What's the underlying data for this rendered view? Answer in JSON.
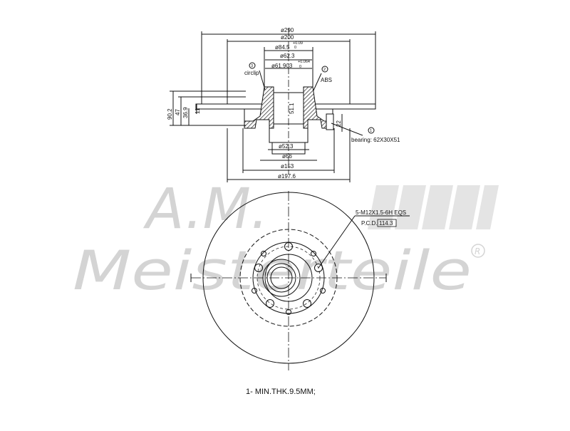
{
  "watermark": {
    "monogram": "A.M.",
    "brand": "Meisterteile",
    "registered_mark": "R"
  },
  "section_view": {
    "dimensions": {
      "d290": "ø290",
      "d200": "ø200",
      "d84_5": "ø84.5",
      "d84_5_tol_upper": "+0.09",
      "d84_5_tol_lower": "0",
      "d62_3": "ø62.3",
      "d61_903": "ø61.903",
      "d61_903_tol_upper": "+0.064",
      "d61_903_tol_lower": "0",
      "d52_3": "ø52.3",
      "d66": "ø66",
      "d153": "ø153",
      "d197_6": "ø197.6",
      "h90_2": "90.2",
      "h47": "47",
      "h36_9": "36.9",
      "h11": "11",
      "h22": "22",
      "h51_1": "51.1"
    },
    "callouts": {
      "circlip_number": "3",
      "circlip_label": "circlip",
      "abs_number": "2",
      "abs_label": "ABS",
      "bearing_number": "1",
      "bearing_label": "bearing: 62X30X51"
    }
  },
  "front_view": {
    "thread_spec": "5-M12X1.5-6H EQS",
    "pcd_label": "P.C.D.",
    "pcd_value": "114.3"
  },
  "note": "1- MIN.THK.9.5MM;"
}
